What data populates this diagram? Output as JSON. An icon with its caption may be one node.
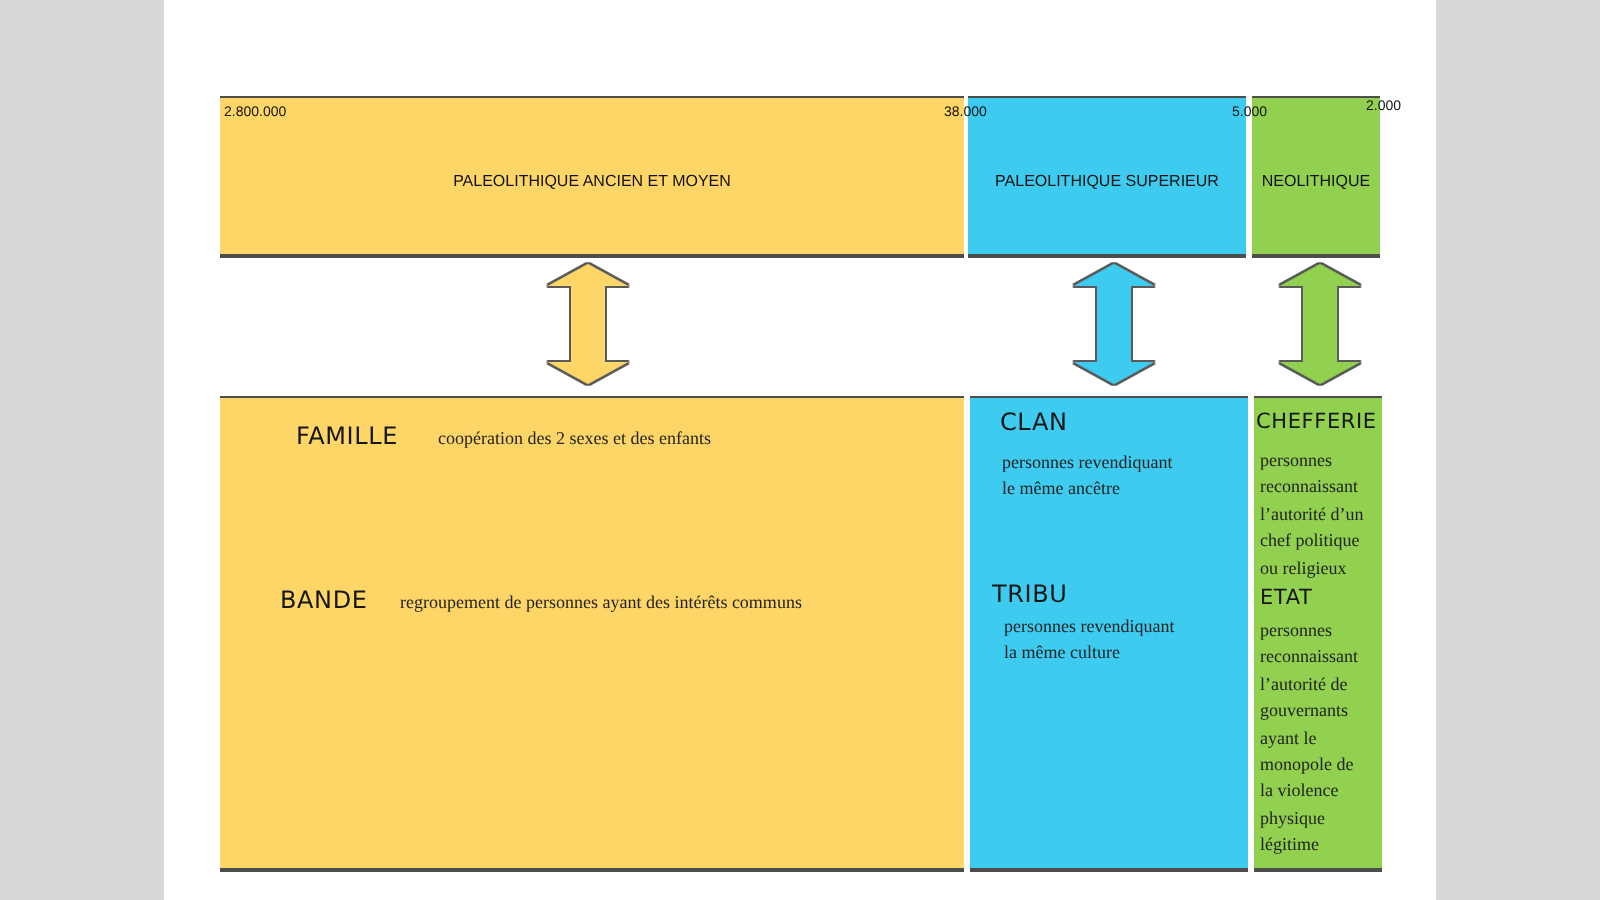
{
  "diagram": {
    "nodes": [
      {
        "text": [
          "PALEOLITHIQUE ANCIEN ET MOYEN"
        ]
      },
      {
        "text": [
          "PALEOLITHIQUE SUPERIEUR"
        ]
      },
      {
        "text": [
          "NEOLITHIQUE"
        ]
      },
      {
        "text": [
          "FAMILLE",
          "coopération des 2 sexes et des enfants",
          "BANDE",
          "regroupement de personnes ayant des intérêts communs"
        ]
      },
      {
        "text": [
          "CLAN",
          "personnes revendiquant le même ancêtre",
          "TRIBU",
          "personnes revendiquant la même culture"
        ]
      },
      {
        "text": [
          "CHEFFERIE",
          "personnes reconnaissant l’autorité d’un chef politique ou religieux",
          "ETAT",
          "personnes reconnaissant l’autorité de gouvernants ayant le monopole de la violence physique légitime"
        ]
      }
    ],
    "edges": [
      {
        "from": 0,
        "to": 3,
        "arrow": "both",
        "color": "#fed667"
      },
      {
        "from": 1,
        "to": 4,
        "arrow": "both",
        "color": "#3dccf0"
      },
      {
        "from": 2,
        "to": 5,
        "arrow": "both",
        "color": "#92d050"
      }
    ],
    "labels": [
      "2.800.000",
      "38.000",
      "5.000",
      "2.000"
    ]
  }
}
